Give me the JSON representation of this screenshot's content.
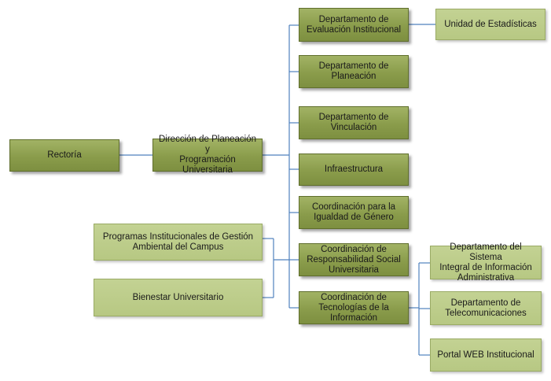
{
  "colors": {
    "connector": "#4f81bd",
    "box_dark": "#8a9c4b",
    "box_light": "#bccc8a"
  },
  "nodes": {
    "rectoria": "Rectoría",
    "direccion": "Dirección de Planeación y\nProgramación Universitaria",
    "evaluacion": "Departamento de\nEvaluación Institucional",
    "estadisticas": "Unidad de Estadísticas",
    "planeacion": "Departamento de\nPlaneación",
    "vinculacion": "Departamento de\nVinculación",
    "infraestructura": "Infraestructura",
    "igualdad": "Coordinación para  la\nIgualdad de Género",
    "responsabilidad": "Coordinación de\nResponsabilidad Social\nUniversitaria",
    "tecnologias": "Coordinación de\nTecnologías de la\nInformación",
    "sistema": "Departamento del Sistema\nIntegral de Información\nAdministrativa",
    "telecom": "Departamento de\nTelecomunicaciones",
    "portal": "Portal WEB Institucional",
    "programas": "Programas Institucionales de Gestión\nAmbiental del Campus",
    "bienestar": "Bienestar Universitario"
  }
}
